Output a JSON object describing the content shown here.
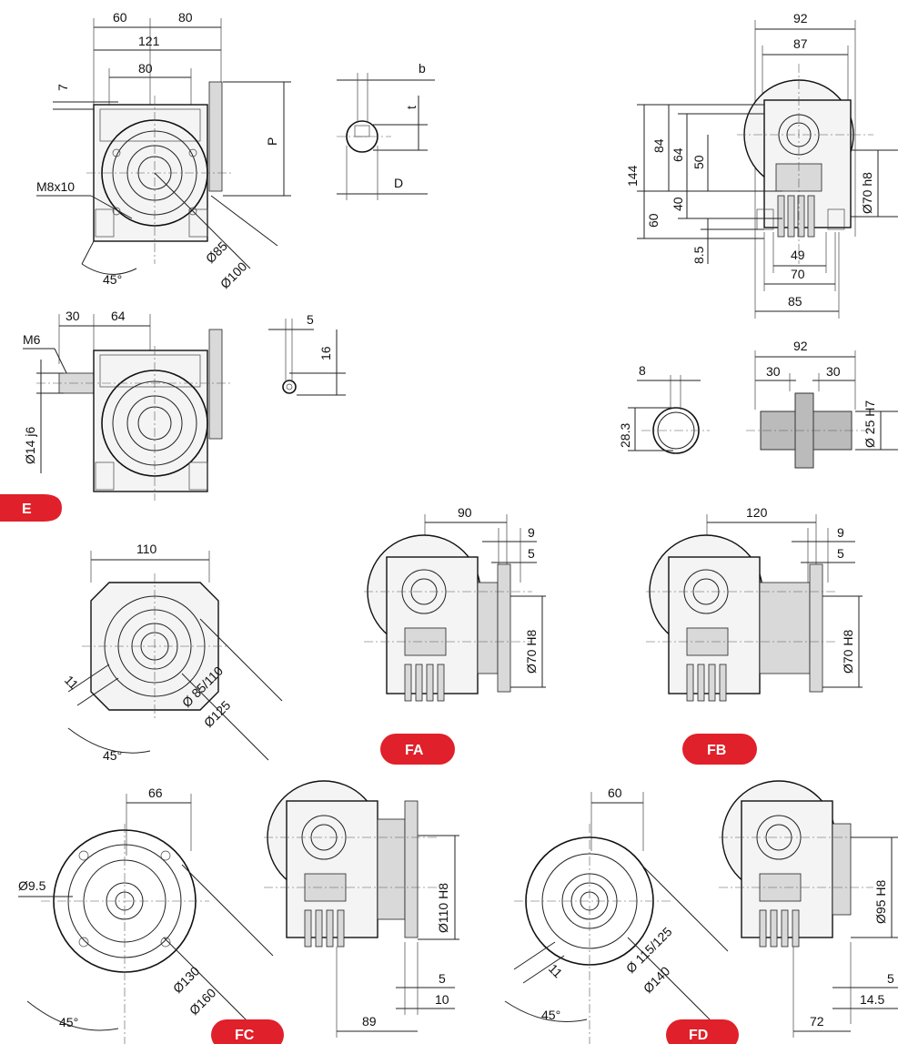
{
  "colors": {
    "badge": "#e0202a",
    "line": "#222222",
    "background": "#ffffff"
  },
  "view_e": {
    "dims": {
      "w60": "60",
      "w80": "80",
      "w121": "121",
      "w80b": "80",
      "d7": "7",
      "p": "P",
      "thread": "M8x10",
      "d85": "Ø85",
      "d100": "Ø100",
      "angle": "45°"
    }
  },
  "shaft_key": {
    "b": "b",
    "t": "t",
    "d": "D"
  },
  "view_side": {
    "dims": {
      "w92": "92",
      "w87": "87",
      "h144": "144",
      "h84": "84",
      "h64": "64",
      "h50": "50",
      "h60": "60",
      "h40": "40",
      "h8_5": "8.5",
      "d70": "Ø70 h8",
      "w49": "49",
      "w70": "70",
      "w85": "85"
    }
  },
  "input_shaft": {
    "w30": "30",
    "w64": "64",
    "thread": "M6",
    "d14": "Ø14 j6"
  },
  "key_small": {
    "w5": "5",
    "h16": "16"
  },
  "hollow": {
    "w8": "8",
    "h28_3": "28.3"
  },
  "shaft_output": {
    "w92": "92",
    "w30a": "30",
    "w30b": "30",
    "d25": "Ø 25 H7"
  },
  "badges": {
    "e": "E",
    "fa": "FA",
    "fb": "FB",
    "fc": "FC",
    "fd": "FD"
  },
  "flange_e": {
    "w110": "110",
    "d85_110": "Ø 85/110",
    "d125": "Ø125",
    "hole": "11",
    "angle": "45°"
  },
  "fa": {
    "w90": "90",
    "w9": "9",
    "w5": "5",
    "d70": "Ø70 H8"
  },
  "fb": {
    "w120": "120",
    "w9": "9",
    "w5": "5",
    "d70": "Ø70 H8"
  },
  "fc_flange": {
    "w66": "66",
    "d9_5": "Ø9.5",
    "d130": "Ø130",
    "d160": "Ø160",
    "angle": "45°"
  },
  "fc_side": {
    "d110": "Ø110 H8",
    "w5": "5",
    "w10": "10",
    "w89": "89"
  },
  "fd_flange": {
    "w60": "60",
    "d115_125": "Ø 115/125",
    "d140": "Ø140",
    "hole": "11",
    "angle": "45°"
  },
  "fd_side": {
    "d95": "Ø95 H8",
    "w5": "5",
    "w14_5": "14.5",
    "w72": "72"
  }
}
